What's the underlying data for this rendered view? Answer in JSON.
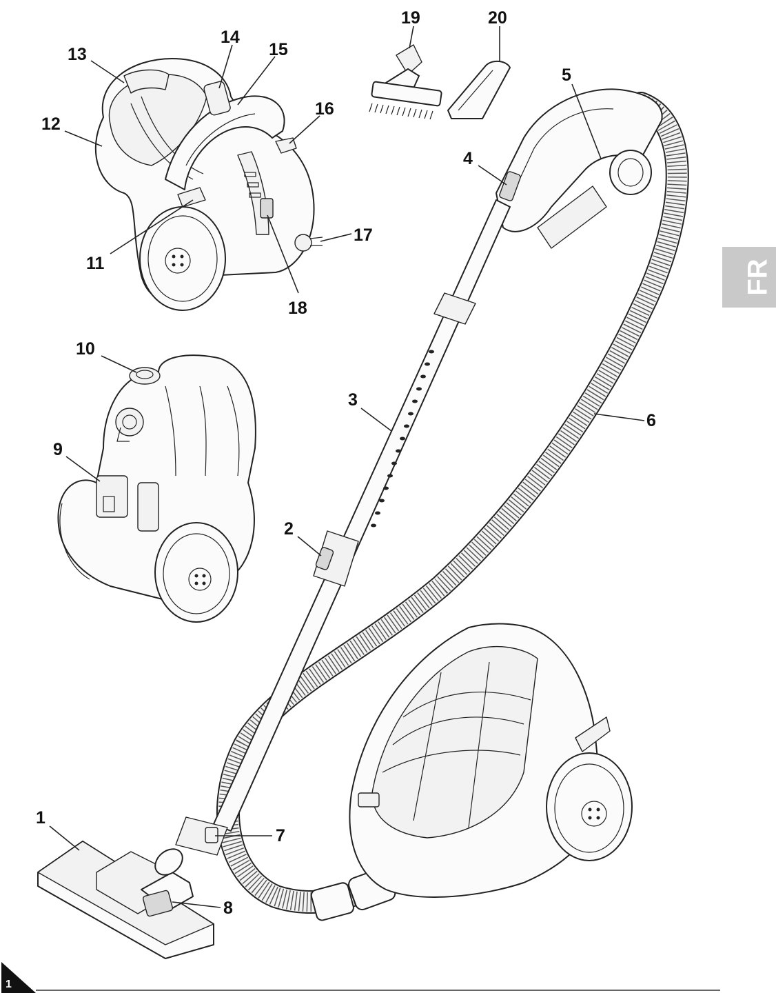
{
  "side_tab": {
    "text": "FR",
    "color": "#c9c9c9"
  },
  "figure_badge": {
    "number": "1"
  },
  "callouts": [
    {
      "id": "1",
      "text": "1"
    },
    {
      "id": "2",
      "text": "2"
    },
    {
      "id": "3",
      "text": "3"
    },
    {
      "id": "4",
      "text": "4"
    },
    {
      "id": "5",
      "text": "5"
    },
    {
      "id": "6",
      "text": "6"
    },
    {
      "id": "7",
      "text": "7"
    },
    {
      "id": "8",
      "text": "8"
    },
    {
      "id": "9",
      "text": "9"
    },
    {
      "id": "10",
      "text": "10"
    },
    {
      "id": "11",
      "text": "11"
    },
    {
      "id": "12",
      "text": "12"
    },
    {
      "id": "13",
      "text": "13"
    },
    {
      "id": "14",
      "text": "14"
    },
    {
      "id": "15",
      "text": "15"
    },
    {
      "id": "16",
      "text": "16"
    },
    {
      "id": "17",
      "text": "17"
    },
    {
      "id": "18",
      "text": "18"
    },
    {
      "id": "19",
      "text": "19"
    },
    {
      "id": "20",
      "text": "20"
    }
  ]
}
